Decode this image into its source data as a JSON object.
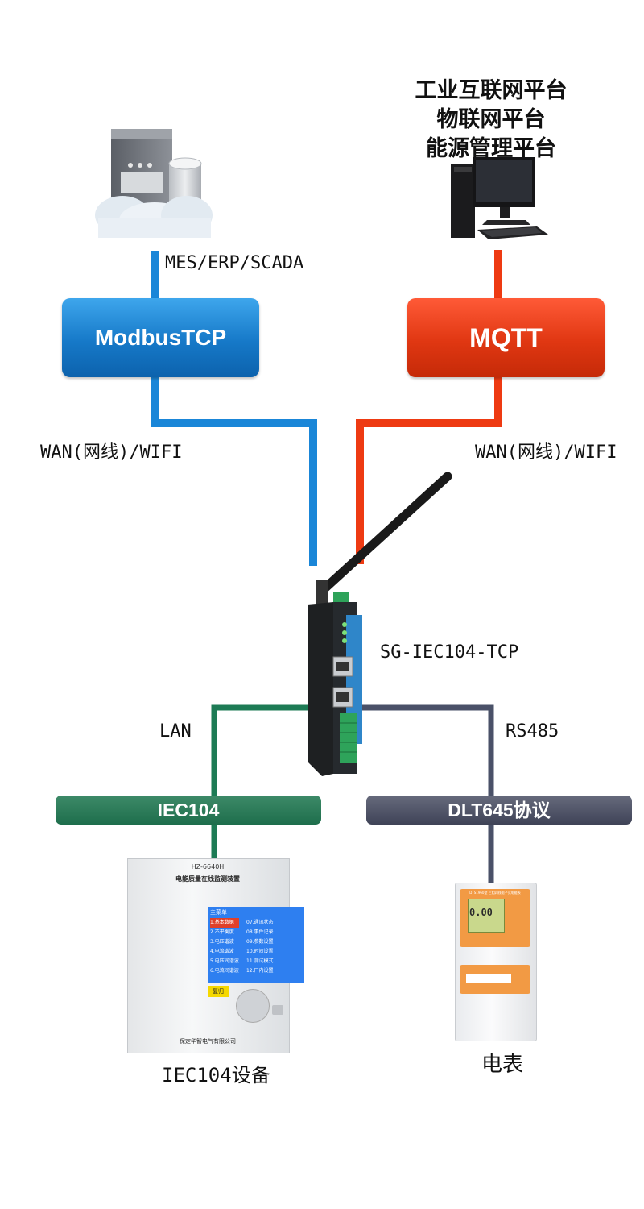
{
  "platforms": {
    "line1": "工业互联网平台",
    "line2": "物联网平台",
    "line3": "能源管理平台"
  },
  "labels": {
    "mes": "MES/ERP/SCADA",
    "wan_left": "WAN(网线)/WIFI",
    "wan_right": "WAN(网线)/WIFI",
    "gateway": "SG-IEC104-TCP",
    "lan": "LAN",
    "rs485": "RS485",
    "iec_device": "IEC104设备",
    "meter": "电表"
  },
  "protocols": {
    "modbus": "ModbusTCP",
    "mqtt": "MQTT",
    "iec104": "IEC104",
    "dlt645": "DLT645协议"
  },
  "device": {
    "model": "HZ-6640H",
    "title": "电能质量在线监测装置",
    "menu_header": "主菜单",
    "menu_items": [
      "1.基本数据",
      "2.不平衡度",
      "3.电压谐波",
      "4.电流谐波",
      "5.电压间谐波",
      "6.电流间谐波"
    ],
    "menu_items_right": [
      "07.通讯状态",
      "08.事件记录",
      "09.参数设置",
      "10.时间设置",
      "11.测试模式",
      "12.厂内设置"
    ],
    "company": "保定华智电气有限公司",
    "enter_key": "复归"
  },
  "meter": {
    "reading": "0.00",
    "header": "DTS1960型 三相四线电子式电能表"
  },
  "colors": {
    "blue": "#1a86d8",
    "red": "#ee3a12",
    "green": "#1d7b55",
    "slate": "#4a5168"
  },
  "icons": {
    "server": "server-cloud-icon",
    "computer": "desktop-computer-icon",
    "gateway": "gateway-router-icon",
    "power_monitor": "power-quality-monitor-icon",
    "meter": "electric-meter-icon"
  }
}
